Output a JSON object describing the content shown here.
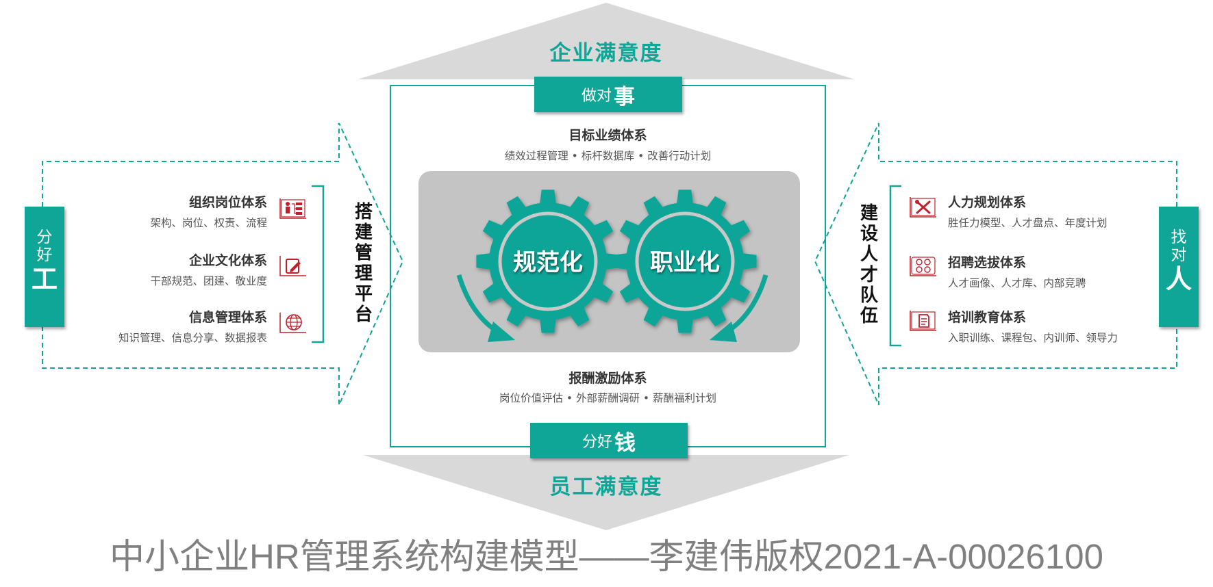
{
  "colors": {
    "teal": "#0fa597",
    "gray_panel": "#c4c4c4",
    "gray_triangle": "#d9d9d9",
    "icon_red": "#c0202a",
    "footer_gray": "#808080"
  },
  "top": {
    "satisfaction": "企业满意度",
    "tab_small": "做对",
    "tab_big": "事"
  },
  "bottom": {
    "satisfaction": "员工满意度",
    "tab_small": "分好",
    "tab_big": "钱"
  },
  "center": {
    "top_system": {
      "title": "目标业绩体系",
      "items": "绩效过程管理 • 标杆数据库 • 改善行动计划"
    },
    "bottom_system": {
      "title": "报酬激励体系",
      "items": "岗位价值评估 • 外部薪酬调研 • 薪酬福利计划"
    },
    "gears": [
      {
        "label": "规范化"
      },
      {
        "label": "职业化"
      }
    ]
  },
  "left": {
    "tab_small": "分好",
    "tab_big": "工",
    "vertical": "搭建管理平台",
    "systems": [
      {
        "title": "组织岗位体系",
        "items": "架构、岗位、权责、流程",
        "icon": "org-chart-icon"
      },
      {
        "title": "企业文化体系",
        "items": "干部规范、团建、敬业度",
        "icon": "edit-icon"
      },
      {
        "title": "信息管理体系",
        "items": "知识管理、信息分享、数据报表",
        "icon": "globe-icon"
      }
    ]
  },
  "right": {
    "tab_small": "找对",
    "tab_big": "人",
    "vertical": "建设人才队伍",
    "systems": [
      {
        "title": "人力规划体系",
        "items": "胜任力模型、人才盘点、年度计划",
        "icon": "tools-icon"
      },
      {
        "title": "招聘选拔体系",
        "items": "人才画像、人才库、内部竞聘",
        "icon": "people-group-icon"
      },
      {
        "title": "培训教育体系",
        "items": "入职训练、课程包、内训师、领导力",
        "icon": "document-icon"
      }
    ]
  },
  "footer": "中小企业HR管理系统构建模型——李建伟版权2021-A-00026100"
}
